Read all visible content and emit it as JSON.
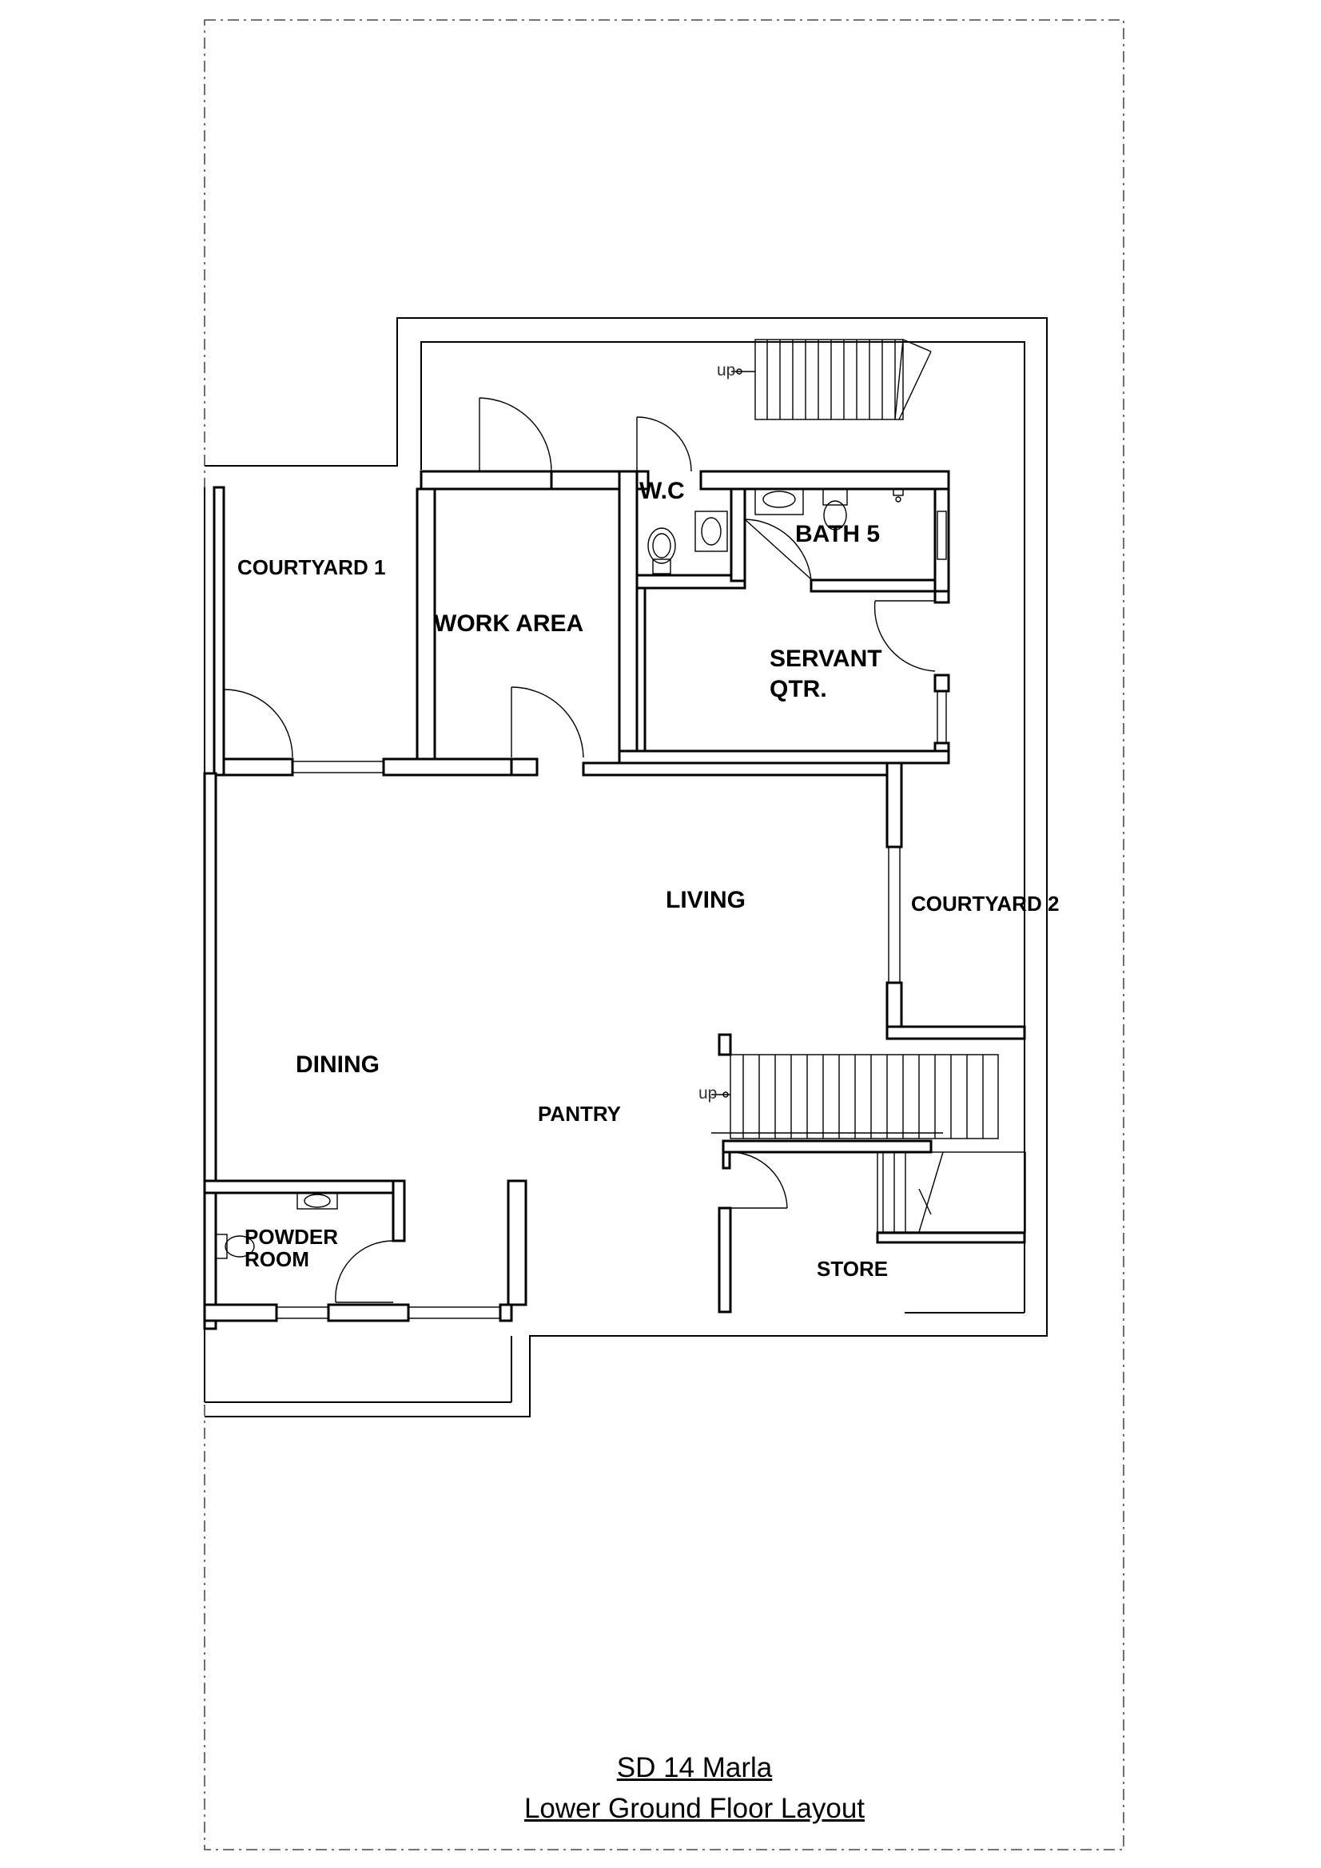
{
  "rooms": {
    "courtyard_1": "COURTYARD 1",
    "work_area": "WORK AREA",
    "wc": "W.C",
    "bath_5": "BATH 5",
    "servant_qtr_line1": "SERVANT",
    "servant_qtr_line2": "QTR.",
    "living": "LIVING",
    "courtyard_2": "COURTYARD 2",
    "dining": "DINING",
    "pantry": "PANTRY",
    "powder_room_line1": "POWDER",
    "powder_room_line2": "ROOM",
    "store": "STORE"
  },
  "stairs": {
    "upper_label": "up",
    "lower_label": "up"
  },
  "title": {
    "line1": "SD 14 Marla",
    "line2": "Lower Ground Floor Layout"
  }
}
